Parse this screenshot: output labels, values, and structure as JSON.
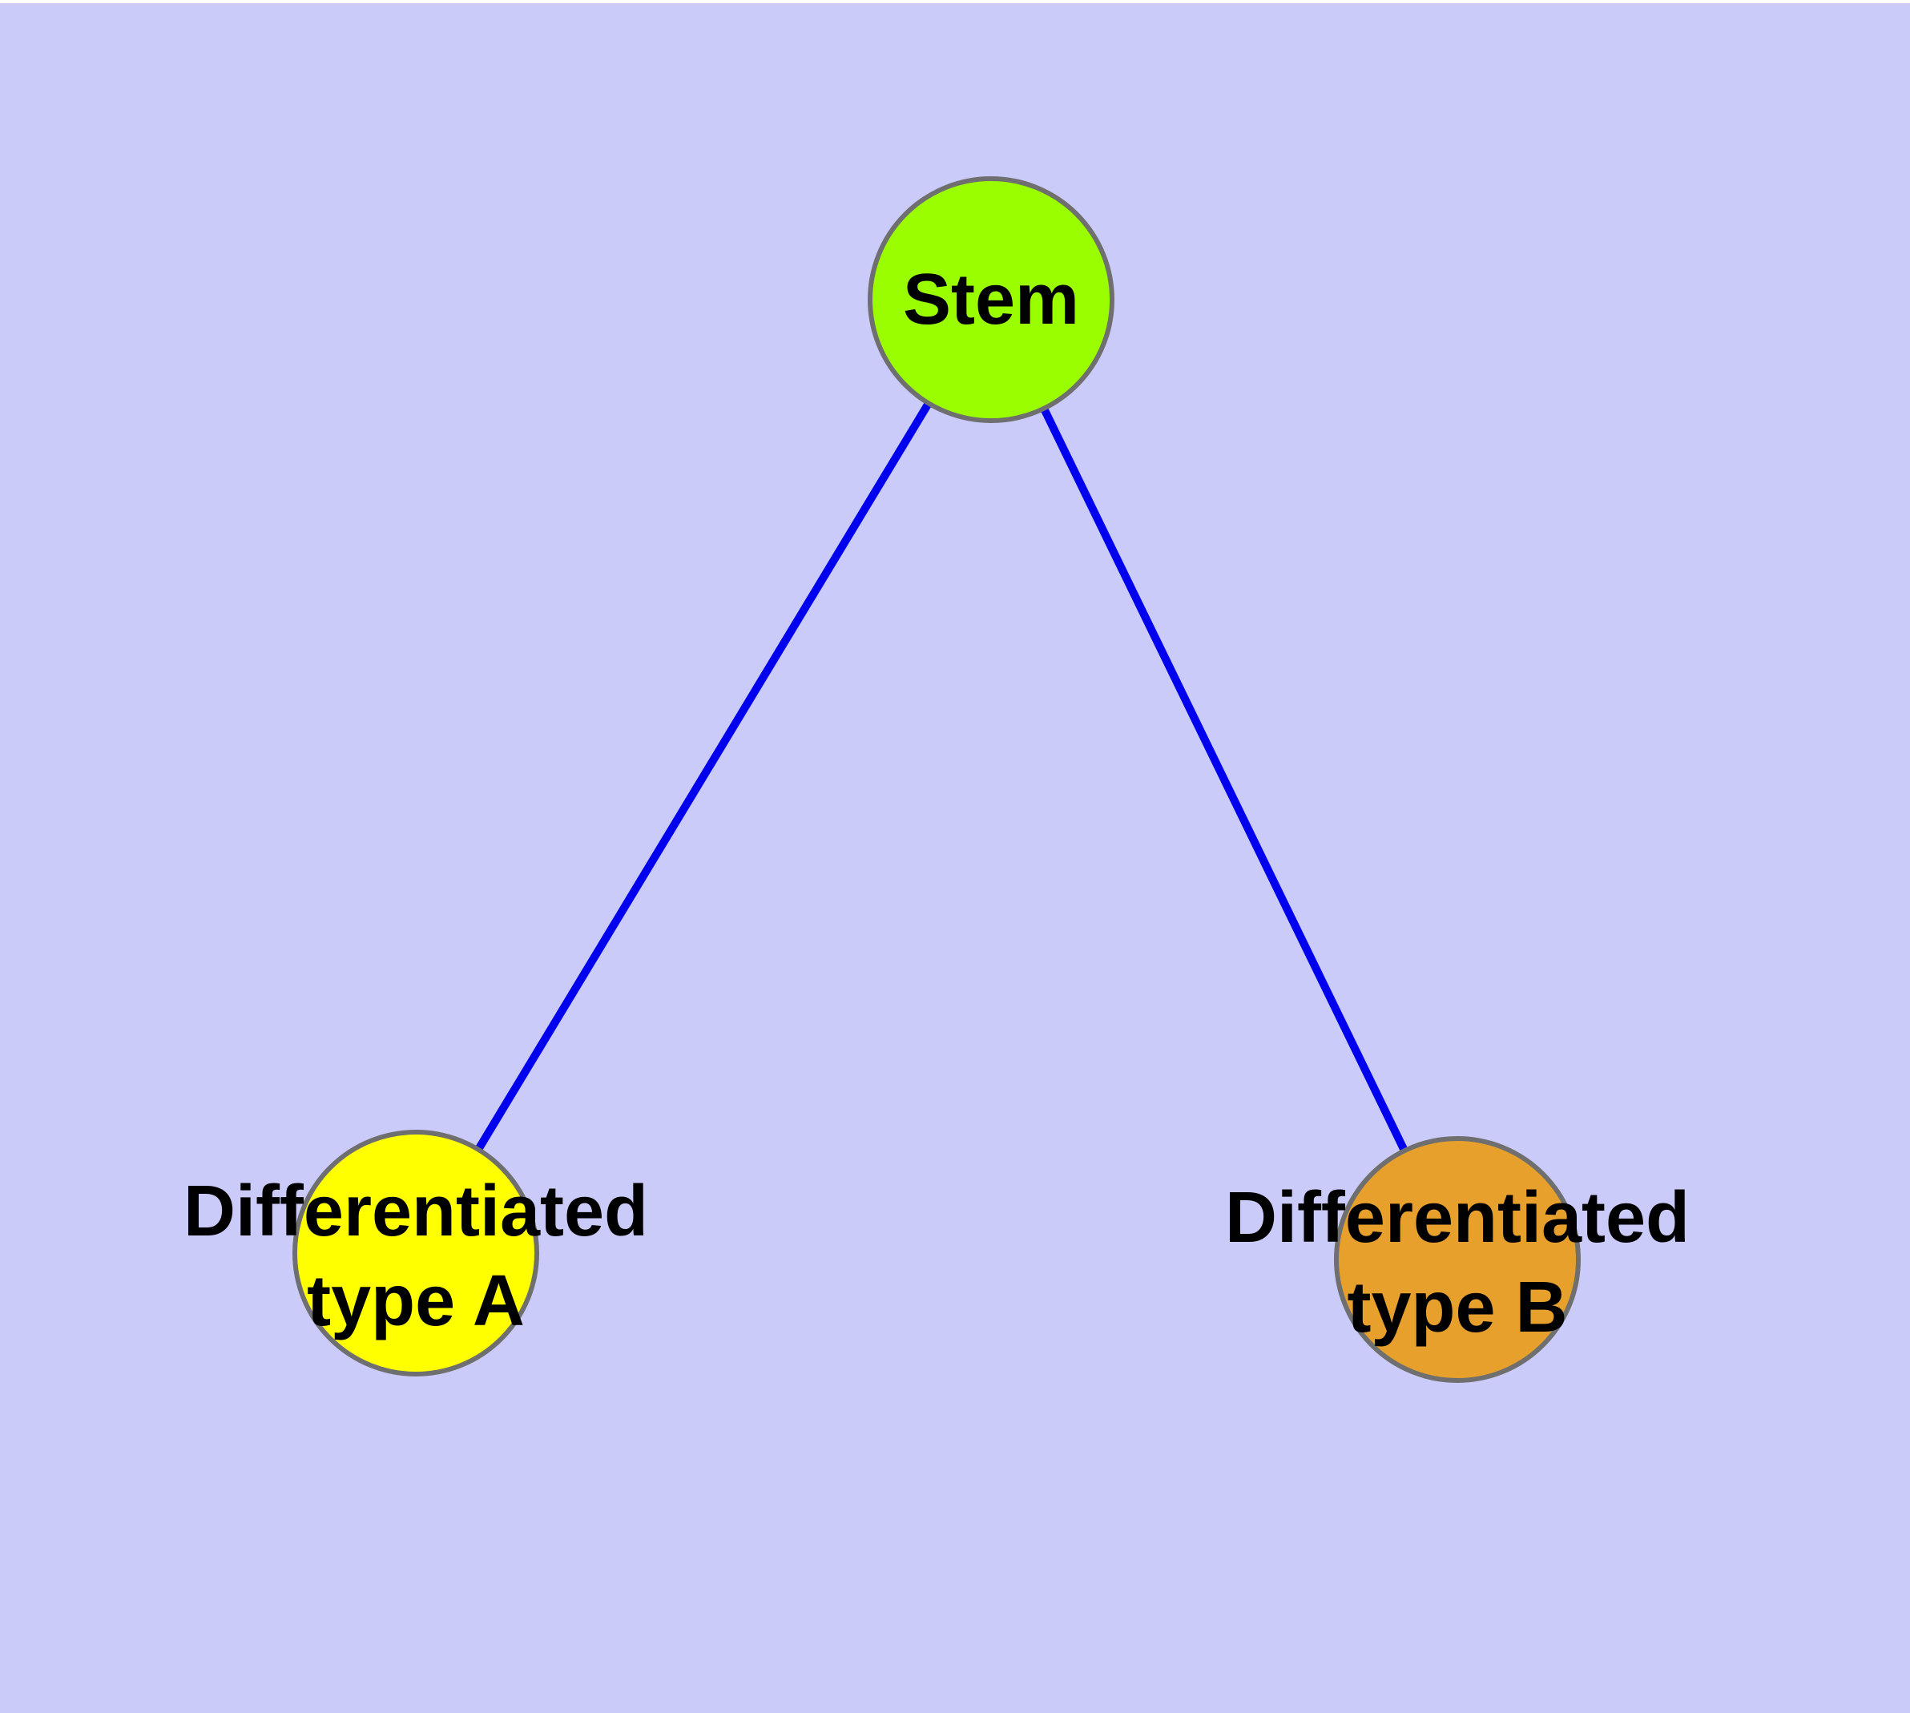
{
  "canvas": {
    "background_color": "#CBCBFA",
    "top_border_color": "#FFFFFF"
  },
  "diagram": {
    "type": "graph",
    "description": "Stem cell differentiation tree: one stem node with two differentiated child nodes",
    "edge_color": "#0000EE",
    "node_border_color": "#6F6F6F",
    "label_color": "#000000",
    "nodes": [
      {
        "id": "stem",
        "label": "Stem",
        "fill": "#9AFE00"
      },
      {
        "id": "differentiated-type-a",
        "label_line1": "Differentiated",
        "label_line2": "type A",
        "fill": "#FFFF00"
      },
      {
        "id": "differentiated-type-b",
        "label_line1": "Differentiated",
        "label_line2": "type B",
        "fill": "#E8A02C"
      }
    ],
    "edges": [
      {
        "from": "stem",
        "to": "differentiated-type-a"
      },
      {
        "from": "stem",
        "to": "differentiated-type-b"
      }
    ]
  }
}
